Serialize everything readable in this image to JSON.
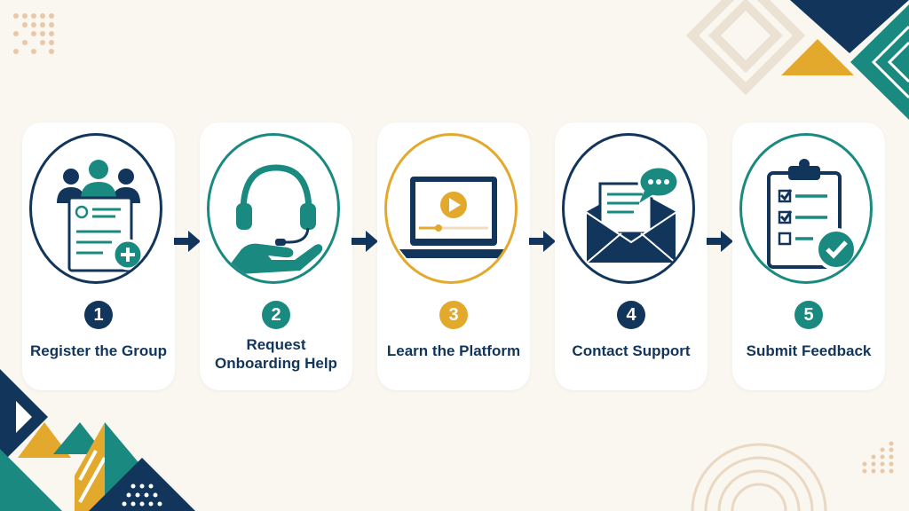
{
  "colors": {
    "navy": "#12355b",
    "teal": "#1a8a80",
    "gold": "#e3a92c",
    "background": "#faf6f0"
  },
  "steps": [
    {
      "number": "1",
      "label": "Register the Group",
      "icon": "register-group-icon",
      "color": "#12355b"
    },
    {
      "number": "2",
      "label": "Request Onboarding Help",
      "icon": "headset-hand-icon",
      "color": "#1a8a80"
    },
    {
      "number": "3",
      "label": "Learn the Platform",
      "icon": "laptop-video-icon",
      "color": "#e3a92c"
    },
    {
      "number": "4",
      "label": "Contact Support",
      "icon": "envelope-chat-icon",
      "color": "#12355b"
    },
    {
      "number": "5",
      "label": "Submit Feedback",
      "icon": "clipboard-check-icon",
      "color": "#1a8a80"
    }
  ]
}
